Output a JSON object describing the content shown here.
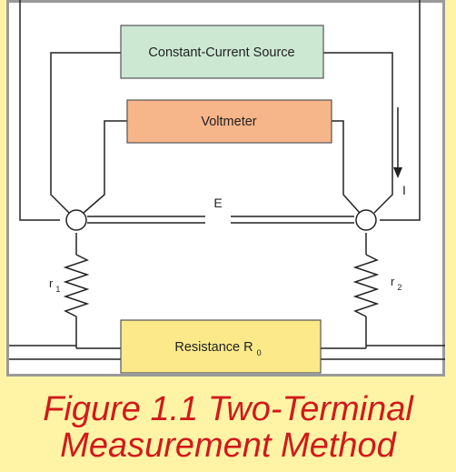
{
  "diagram": {
    "source_label": "Constant-Current Source",
    "voltmeter_label": "Voltmeter",
    "voltage_label": "E",
    "current_label": "I",
    "r1_label": "r",
    "r1_sub": "1",
    "r2_label": "r",
    "r2_sub": "2",
    "resistance_label": "Resistance R",
    "resistance_sub": "0",
    "colors": {
      "source_fill": "#cce8d2",
      "voltmeter_fill": "#f7b58a",
      "resistance_fill": "#fbe98a",
      "wire": "#222222"
    }
  },
  "caption": {
    "line1": "Figure 1.1 Two-Terminal",
    "line2": "Measurement Method"
  }
}
